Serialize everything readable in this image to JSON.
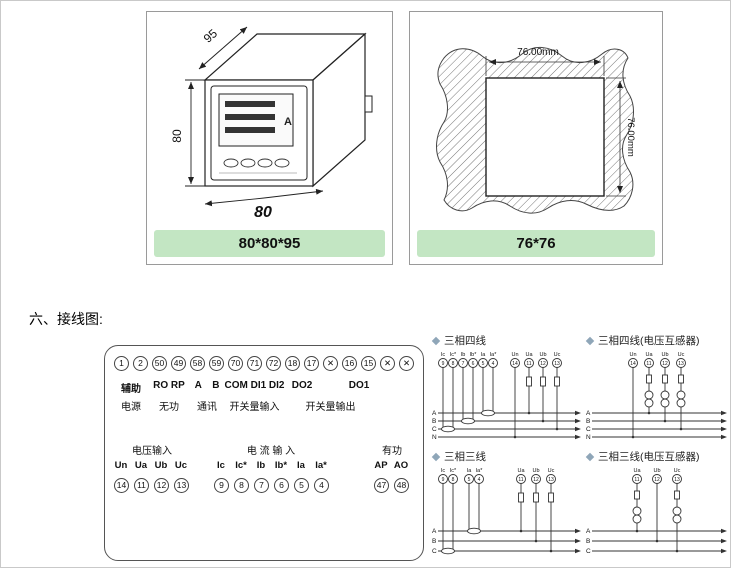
{
  "section": {
    "heading": "六、接线图:"
  },
  "colors": {
    "size_bar_bg": "#c3e6c3",
    "line": "#222222"
  },
  "panels": {
    "meter": {
      "size_label": "80*80*95",
      "dim_depth": "95",
      "dim_side": "80",
      "dim_width": "80",
      "display_letter": "A"
    },
    "cutout": {
      "size_label": "76*76",
      "dim_width": "76.00mm",
      "dim_height": "76.00mm"
    }
  },
  "terminal_block": {
    "top_circles": [
      "1",
      "2",
      "50",
      "49",
      "58",
      "59",
      "70",
      "71",
      "72",
      "18",
      "17",
      "✕",
      "16",
      "15",
      "✕",
      "✕"
    ],
    "group_labels": [
      "辅助",
      "RO RP",
      "A B",
      "COM DI1 DI2",
      "DO2",
      "DO1"
    ],
    "function_labels": [
      "电源",
      "无功",
      "通讯",
      "开关量输入",
      "开关量输出"
    ],
    "section_labels": [
      "电压输入",
      "电 流 输 入",
      "有功"
    ],
    "signal_labels": [
      "Un",
      "Ua",
      "Ub",
      "Uc",
      "Ic",
      "Ic*",
      "Ib",
      "Ib*",
      "Ia",
      "Ia*",
      "AP",
      "AO"
    ],
    "bottom_circles": [
      "14",
      "11",
      "12",
      "13",
      "9",
      "8",
      "7",
      "6",
      "5",
      "4",
      "47",
      "48"
    ]
  },
  "wiring": {
    "d1": {
      "title": "三相四线",
      "current_labels": [
        "Ic",
        "Ic*",
        "Ib",
        "Ib*",
        "Ia",
        "Ia*"
      ],
      "current_terms": [
        "9",
        "8",
        "7",
        "6",
        "5",
        "4"
      ],
      "voltage_labels": [
        "Un",
        "Ua",
        "Ub",
        "Uc"
      ],
      "voltage_terms": [
        "14",
        "11",
        "12",
        "13"
      ],
      "phases": [
        "A",
        "B",
        "C",
        "N"
      ]
    },
    "d2": {
      "title": "三相四线(电压互感器)",
      "voltage_labels": [
        "Un",
        "Ua",
        "Ub",
        "Uc"
      ],
      "voltage_terms": [
        "14",
        "11",
        "12",
        "13"
      ],
      "phases": [
        "A",
        "B",
        "C",
        "N"
      ]
    },
    "d3": {
      "title": "三相三线",
      "current_labels": [
        "Ic",
        "Ic*",
        "Ia",
        "Ia*"
      ],
      "current_terms": [
        "9",
        "8",
        "5",
        "4"
      ],
      "voltage_labels": [
        "Ua",
        "Ub",
        "Uc"
      ],
      "voltage_terms": [
        "11",
        "12",
        "13"
      ],
      "phases": [
        "A",
        "B",
        "C"
      ]
    },
    "d4": {
      "title": "三相三线(电压互感器)",
      "voltage_labels": [
        "Ua",
        "Ub",
        "Uc"
      ],
      "voltage_terms": [
        "11",
        "12",
        "13"
      ],
      "phases": [
        "A",
        "B",
        "C"
      ]
    }
  }
}
